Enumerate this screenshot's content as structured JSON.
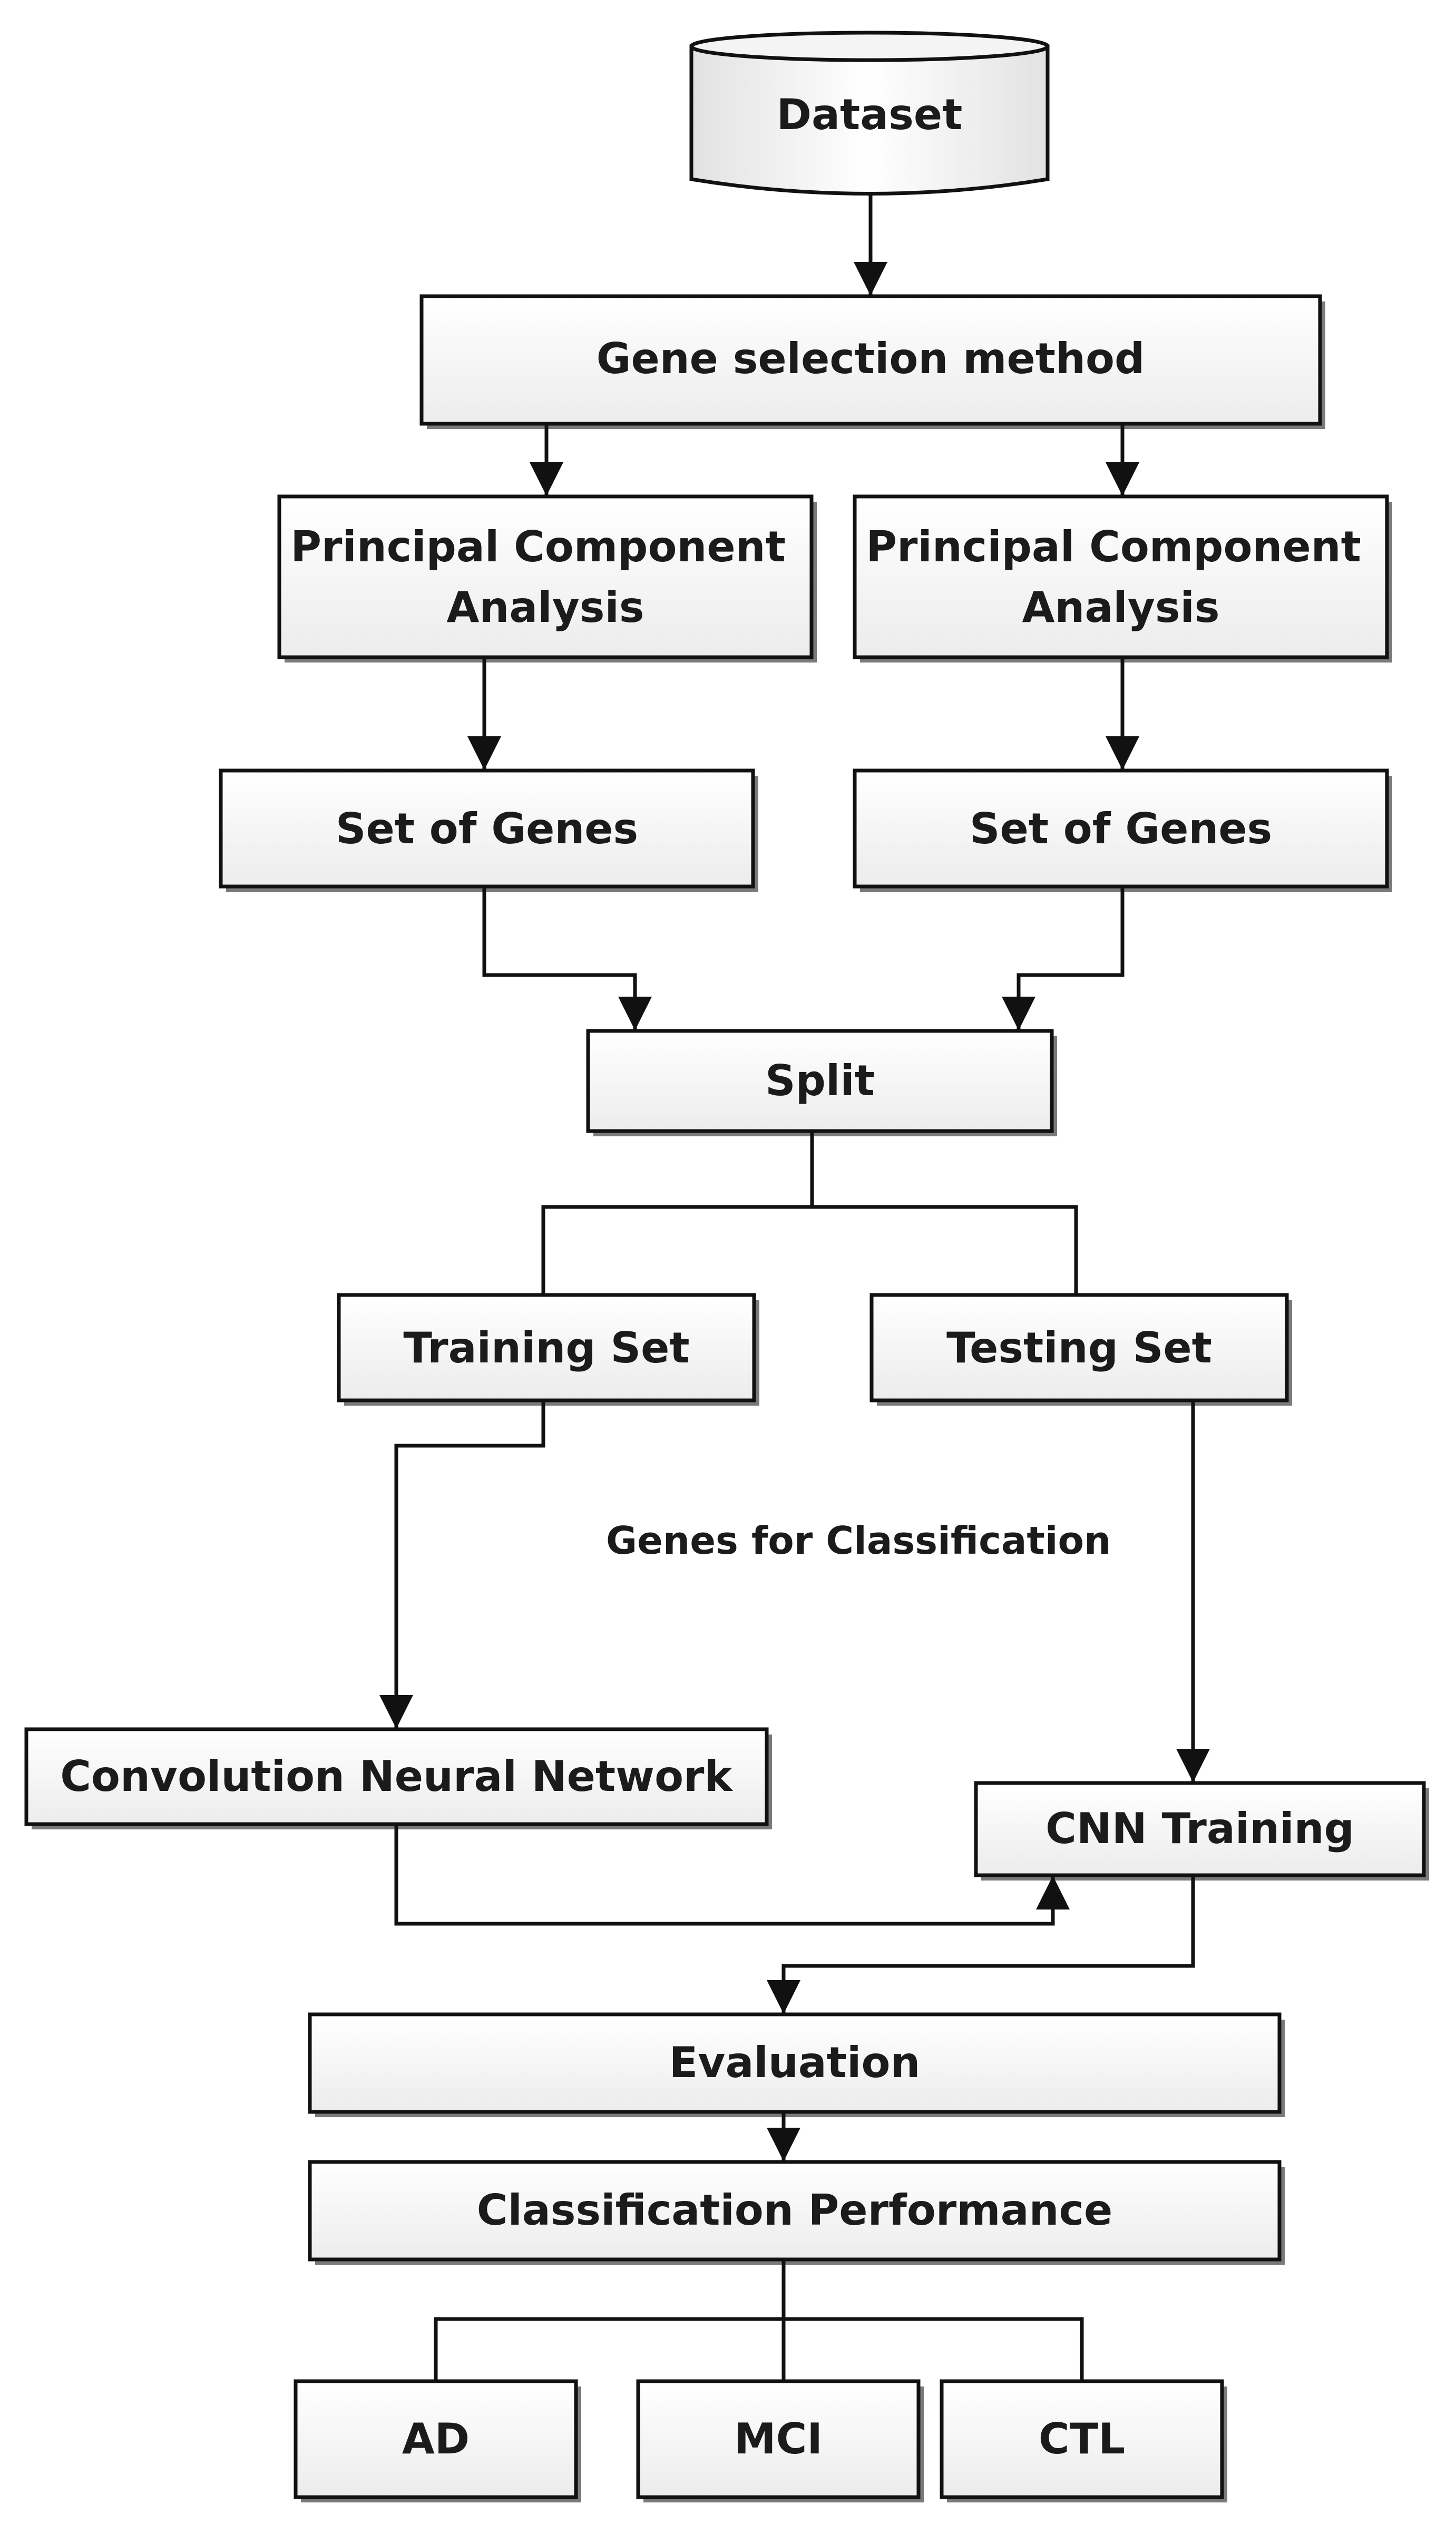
{
  "nodes": {
    "dataset": "Dataset",
    "gene_selection": "Gene selection method",
    "pca_left": [
      "Principal Component",
      "Analysis"
    ],
    "pca_right": [
      "Principal Component",
      "Analysis"
    ],
    "genes_left": "Set of Genes",
    "genes_right": "Set of Genes",
    "split": "Split",
    "training_set": "Training Set",
    "testing_set": "Testing Set",
    "cnn": "Convolution Neural Network",
    "cnn_training": "CNN Training",
    "evaluation": "Evaluation",
    "classification_performance": "Classification Performance",
    "ad": "AD",
    "mci": "MCI",
    "ctl": "CTL"
  },
  "annotation": "Genes for Classification"
}
